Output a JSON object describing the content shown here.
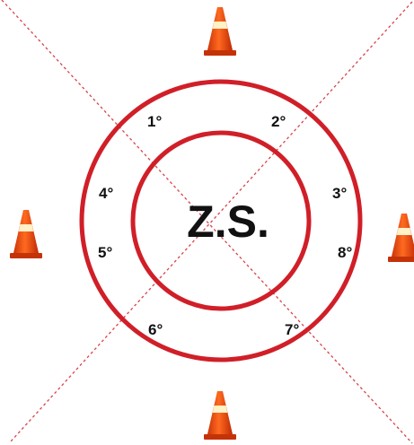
{
  "diagram": {
    "center_label": "Z.S.",
    "positions": [
      "1°",
      "2°",
      "3°",
      "4°",
      "5°",
      "6°",
      "7°",
      "8°"
    ],
    "colors": {
      "circle": "#d01f28",
      "diagonal": "#d8424a",
      "cone_body": "#e84a10",
      "cone_stripe": "#fff1c8",
      "text": "#111111"
    },
    "cones": [
      "top",
      "left",
      "right",
      "bottom"
    ]
  }
}
